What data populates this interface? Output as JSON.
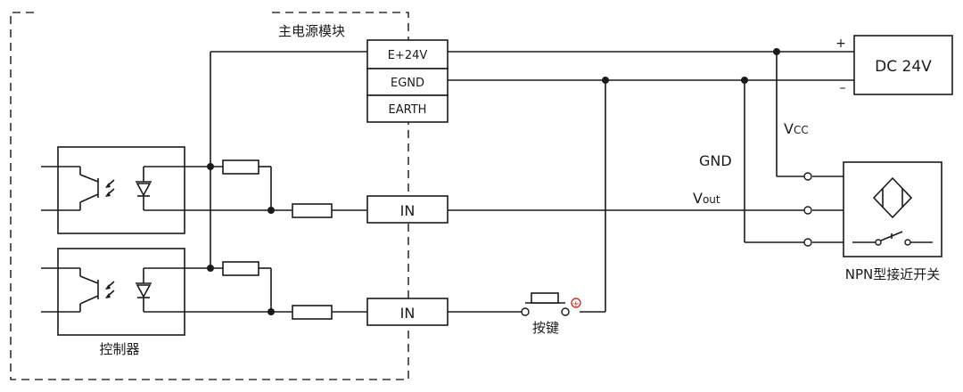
{
  "labels": {
    "module_title": "主电源模块",
    "e24v": "E+24V",
    "egnd": "EGND",
    "earth": "EARTH",
    "in1": "IN",
    "in2": "IN",
    "dc": "DC 24V",
    "plus": "+",
    "minus": "–",
    "vcc_v": "V",
    "vcc_sub": "CC",
    "gnd": "GND",
    "vout_v": "V",
    "vout_sub": "out",
    "sensor": "NPN型接近开关",
    "button": "按键",
    "controller": "控制器",
    "button_plus": "+"
  }
}
